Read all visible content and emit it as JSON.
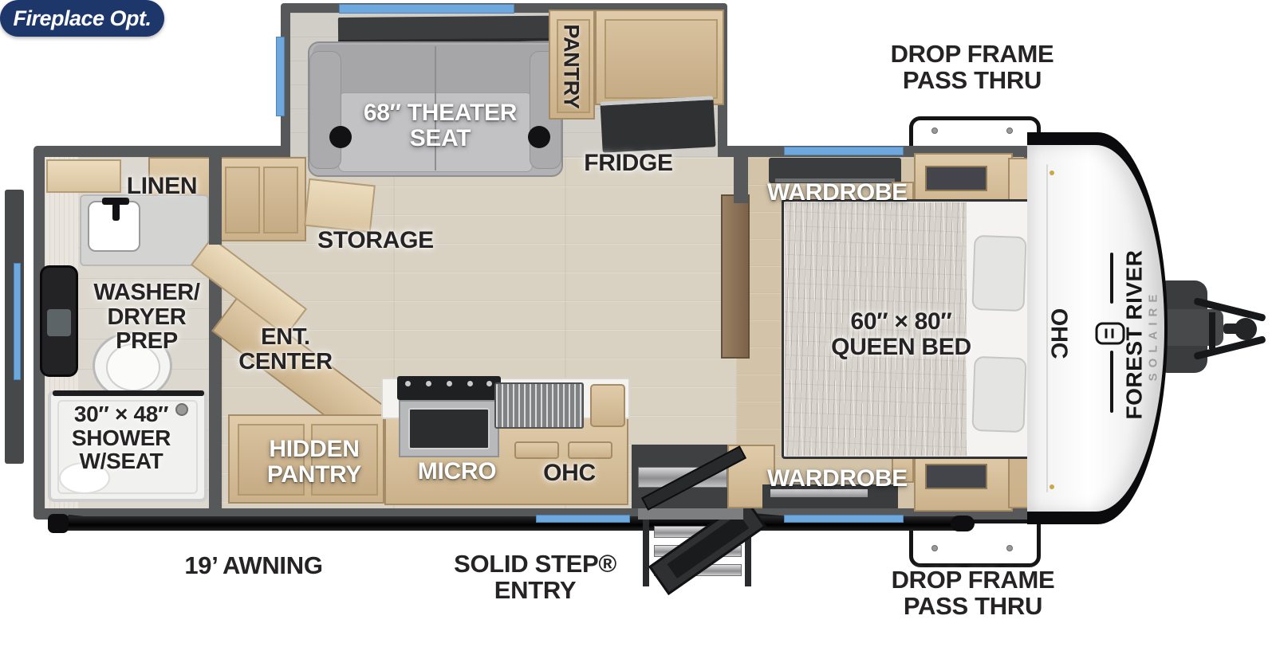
{
  "floorplan": {
    "brand": "FOREST RIVER",
    "model": "SOLAIRE",
    "labels": {
      "drop_frame_top": "DROP FRAME\nPASS THRU",
      "drop_frame_bottom": "DROP FRAME\nPASS THRU",
      "theater_seat": "68″ THEATER\nSEAT",
      "pantry": "PANTRY",
      "fridge": "FRIDGE",
      "wardrobe_top": "WARDROBE",
      "wardrobe_bottom": "WARDROBE",
      "linen": "LINEN",
      "storage": "STORAGE",
      "washer_dryer_prep": "WASHER/\nDRYER\nPREP",
      "ent_center": "ENT.\nCENTER",
      "fireplace_opt": "Fireplace Opt.",
      "queen_bed": "60″ × 80″\nQUEEN BED",
      "ohc_bedroom": "OHC",
      "ohc_kitchen": "OHC",
      "shower": "30″ × 48″\nSHOWER\nW/SEAT",
      "hidden_pantry": "HIDDEN\nPANTRY",
      "micro": "MICRO",
      "awning": "19’ AWNING",
      "solid_step_entry": "SOLID STEP®\nENTRY"
    },
    "colors": {
      "wall_gray": "#56585a",
      "window_blue": "#6fa8dc",
      "badge_navy": "#1e376b",
      "cabinet_tan": "#d3bb97",
      "floor_beige": "#d9d2c3",
      "couch_gray": "#b6b6b8",
      "accent_black": "#111214"
    }
  }
}
